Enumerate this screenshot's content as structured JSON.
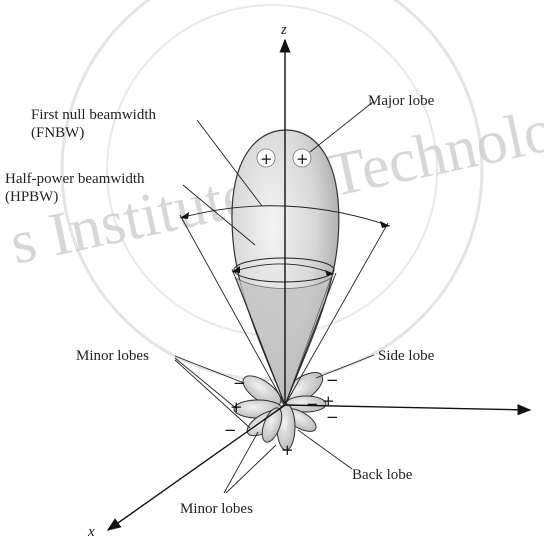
{
  "watermark": {
    "text": "s Institute of Technology"
  },
  "axes": {
    "z": "z",
    "x": "x"
  },
  "labels": {
    "major_lobe": "Major lobe",
    "fnbw_line1": "First null beamwidth",
    "fnbw_line2": "(FNBW)",
    "hpbw_line1": "Half-power beamwidth",
    "hpbw_line2": "(HPBW)",
    "minor_lobes_upper": "Minor lobes",
    "side_lobe": "Side lobe",
    "back_lobe": "Back lobe",
    "minor_lobes_lower": "Minor lobes"
  },
  "signs": {
    "major_plus_left": "+",
    "major_plus_right": "+",
    "minus_upper_left": "−",
    "plus_left": "+",
    "minus_lower_left": "−",
    "minus_right_upper": "−",
    "minus_right_mid": "−",
    "plus_right": "+",
    "minus_right_lower": "−",
    "plus_bottom": "+"
  }
}
